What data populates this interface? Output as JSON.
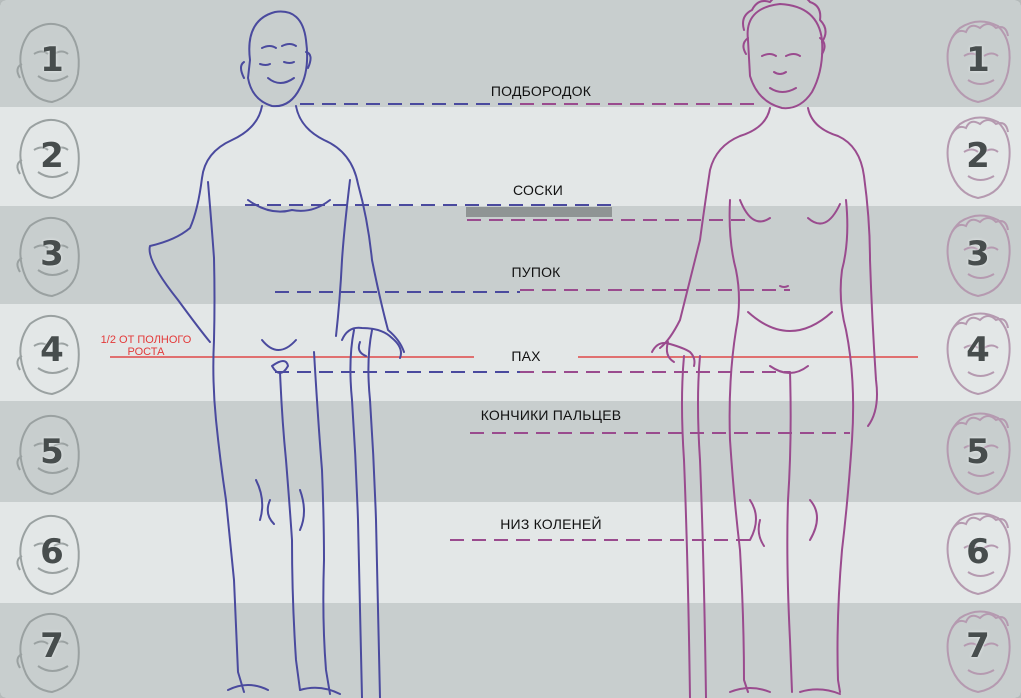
{
  "head_units": [
    "1",
    "2",
    "3",
    "4",
    "5",
    "6",
    "7"
  ],
  "labels": {
    "chin": "ПОДБОРОДОК",
    "nipples": "СОСКИ",
    "navel": "ПУПОК",
    "crotch": "ПАХ",
    "fingertips": "КОНЧИКИ ПАЛЬЦЕВ",
    "knees": "НИЗ КОЛЕНЕЙ",
    "half_height": "1/2 ОТ ПОЛНОГО РОСТА"
  },
  "colors": {
    "male": "#4a4a9e",
    "female": "#9a4b8e",
    "half_line": "#e04848",
    "band_dark": "#c8cece",
    "band_light": "#e3e7e7",
    "head_sketch": "#9aa1a1",
    "head_sketch_right": "#b59ab0"
  },
  "figures": {
    "left": "old-man-figure",
    "right": "old-woman-figure",
    "props": "walking-canes"
  }
}
